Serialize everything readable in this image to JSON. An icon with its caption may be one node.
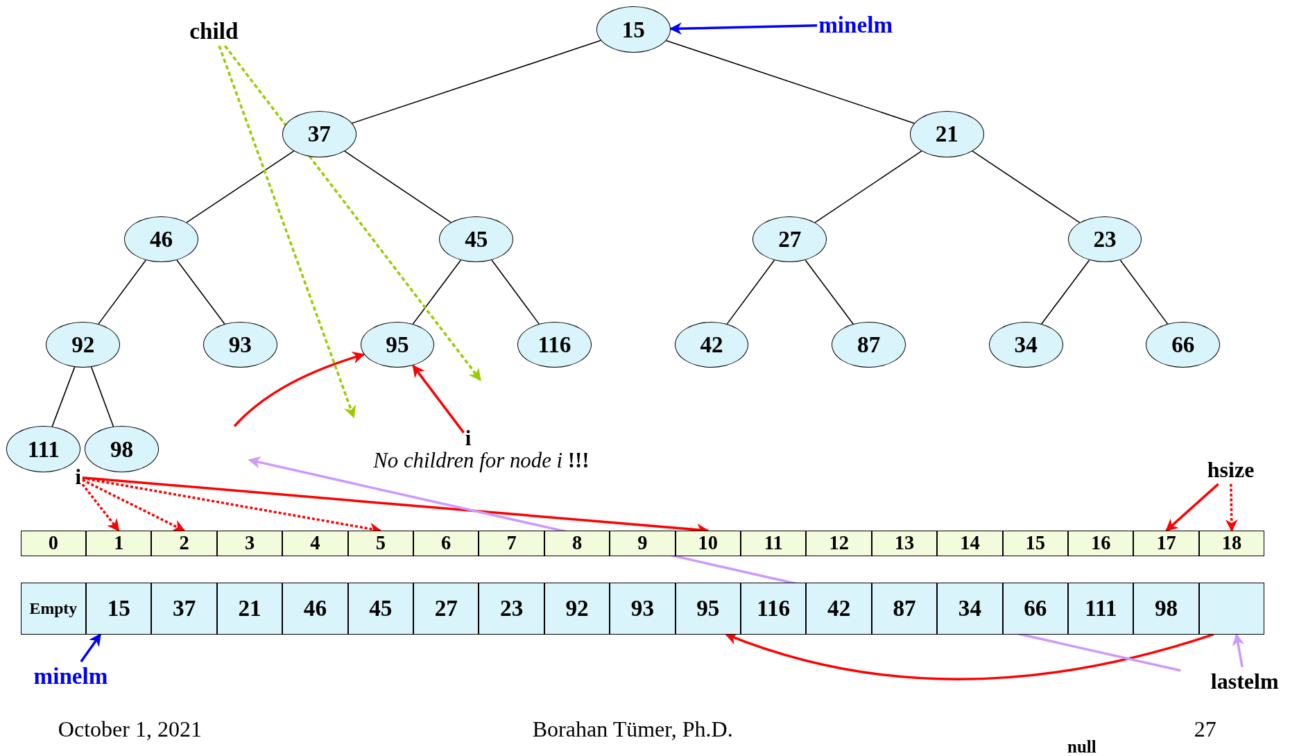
{
  "diagram": {
    "nodes": [
      {
        "text": [
          "15"
        ]
      },
      {
        "text": [
          "37"
        ]
      },
      {
        "text": [
          "21"
        ]
      },
      {
        "text": [
          "46"
        ]
      },
      {
        "text": [
          "45"
        ]
      },
      {
        "text": [
          "27"
        ]
      },
      {
        "text": [
          "23"
        ]
      },
      {
        "text": [
          "92"
        ]
      },
      {
        "text": [
          "93"
        ]
      },
      {
        "text": [
          "95"
        ]
      },
      {
        "text": [
          "116"
        ]
      },
      {
        "text": [
          "42"
        ]
      },
      {
        "text": [
          "87"
        ]
      },
      {
        "text": [
          "34"
        ]
      },
      {
        "text": [
          "66"
        ]
      },
      {
        "text": [
          "111"
        ]
      },
      {
        "text": [
          "98"
        ]
      },
      {
        "text": [
          "child"
        ]
      },
      {
        "text": [
          "minelm"
        ]
      },
      {
        "text": [
          "i"
        ]
      },
      {
        "text": [
          "i"
        ]
      },
      {
        "text": [
          "hsize"
        ]
      },
      {
        "text": [
          "minelm"
        ]
      },
      {
        "text": [
          "lastelm"
        ]
      },
      {
        "text": [
          "0"
        ]
      },
      {
        "text": [
          "1"
        ]
      },
      {
        "text": [
          "2"
        ]
      },
      {
        "text": [
          "3"
        ]
      },
      {
        "text": [
          "4"
        ]
      },
      {
        "text": [
          "5"
        ]
      },
      {
        "text": [
          "6"
        ]
      },
      {
        "text": [
          "7"
        ]
      },
      {
        "text": [
          "8"
        ]
      },
      {
        "text": [
          "9"
        ]
      },
      {
        "text": [
          "10"
        ]
      },
      {
        "text": [
          "11"
        ]
      },
      {
        "text": [
          "12"
        ]
      },
      {
        "text": [
          "13"
        ]
      },
      {
        "text": [
          "14"
        ]
      },
      {
        "text": [
          "15"
        ]
      },
      {
        "text": [
          "16"
        ]
      },
      {
        "text": [
          "17"
        ]
      },
      {
        "text": [
          "18"
        ]
      },
      {
        "text": [
          "Empty"
        ]
      },
      {
        "text": [
          "15"
        ]
      },
      {
        "text": [
          "37"
        ]
      },
      {
        "text": [
          "21"
        ]
      },
      {
        "text": [
          "46"
        ]
      },
      {
        "text": [
          "45"
        ]
      },
      {
        "text": [
          "27"
        ]
      },
      {
        "text": [
          "23"
        ]
      },
      {
        "text": [
          "92"
        ]
      },
      {
        "text": [
          "93"
        ]
      },
      {
        "text": [
          "95"
        ]
      },
      {
        "text": [
          "116"
        ]
      },
      {
        "text": [
          "42"
        ]
      },
      {
        "text": [
          "87"
        ]
      },
      {
        "text": [
          "34"
        ]
      },
      {
        "text": [
          "66"
        ]
      },
      {
        "text": [
          "111"
        ]
      },
      {
        "text": [
          "98"
        ]
      },
      {
        "text": [],
        "shape": "box"
      }
    ],
    "edges": [
      {
        "from": 0,
        "to": 1,
        "arrow": "none"
      },
      {
        "from": 0,
        "to": 2,
        "arrow": "none"
      },
      {
        "from": 1,
        "to": 3,
        "arrow": "none"
      },
      {
        "from": 1,
        "to": 4,
        "arrow": "none"
      },
      {
        "from": 2,
        "to": 5,
        "arrow": "none"
      },
      {
        "from": 2,
        "to": 6,
        "arrow": "none"
      },
      {
        "from": 3,
        "to": 7,
        "arrow": "none"
      },
      {
        "from": 3,
        "to": 8,
        "arrow": "none"
      },
      {
        "from": 4,
        "to": 9,
        "arrow": "none"
      },
      {
        "from": 4,
        "to": 10,
        "arrow": "none"
      },
      {
        "from": 5,
        "to": 11,
        "arrow": "none"
      },
      {
        "from": 5,
        "to": 12,
        "arrow": "none"
      },
      {
        "from": 6,
        "to": 13,
        "arrow": "none"
      },
      {
        "from": 6,
        "to": 14,
        "arrow": "none"
      },
      {
        "from": 7,
        "to": 15,
        "arrow": "none"
      },
      {
        "from": 7,
        "to": 16,
        "arrow": "none"
      },
      {
        "from": 18,
        "to": 0,
        "arrow": "to",
        "color": "#0000ff"
      },
      {
        "from": 17,
        "to": null,
        "arrow": "to",
        "style": "dashed",
        "color": "#99cc00"
      },
      {
        "from": 17,
        "to": null,
        "arrow": "to",
        "style": "dashed",
        "color": "#99cc00"
      },
      {
        "from": 19,
        "to": 9,
        "arrow": "to",
        "color": "#ff0000"
      },
      {
        "from": null,
        "to": 9,
        "arrow": "to",
        "color": "#ff0000"
      },
      {
        "from": 20,
        "to": 25,
        "arrow": "to",
        "style": "dashed",
        "color": "#ff0000"
      },
      {
        "from": 20,
        "to": 26,
        "arrow": "to",
        "style": "dashed",
        "color": "#ff0000"
      },
      {
        "from": 20,
        "to": 29,
        "arrow": "to",
        "style": "dashed",
        "color": "#ff0000"
      },
      {
        "from": 20,
        "to": 34,
        "arrow": "to",
        "color": "#ff0000"
      },
      {
        "from": 21,
        "to": 41,
        "arrow": "to",
        "color": "#ff0000"
      },
      {
        "from": 21,
        "to": 42,
        "arrow": "to",
        "style": "dashed",
        "color": "#ff0000"
      },
      {
        "from": 22,
        "to": 44,
        "arrow": "to",
        "color": "#0000ff"
      },
      {
        "from": 23,
        "to": 61,
        "arrow": "to",
        "color": "#cc99ff"
      },
      {
        "from": 61,
        "to": 53,
        "arrow": "to",
        "color": "#ff0000"
      }
    ],
    "labels": [
      "*No children for node i* **!!!**",
      "October 1, 2021",
      "Borahan Tümer, Ph.D.",
      "27",
      "null"
    ]
  }
}
